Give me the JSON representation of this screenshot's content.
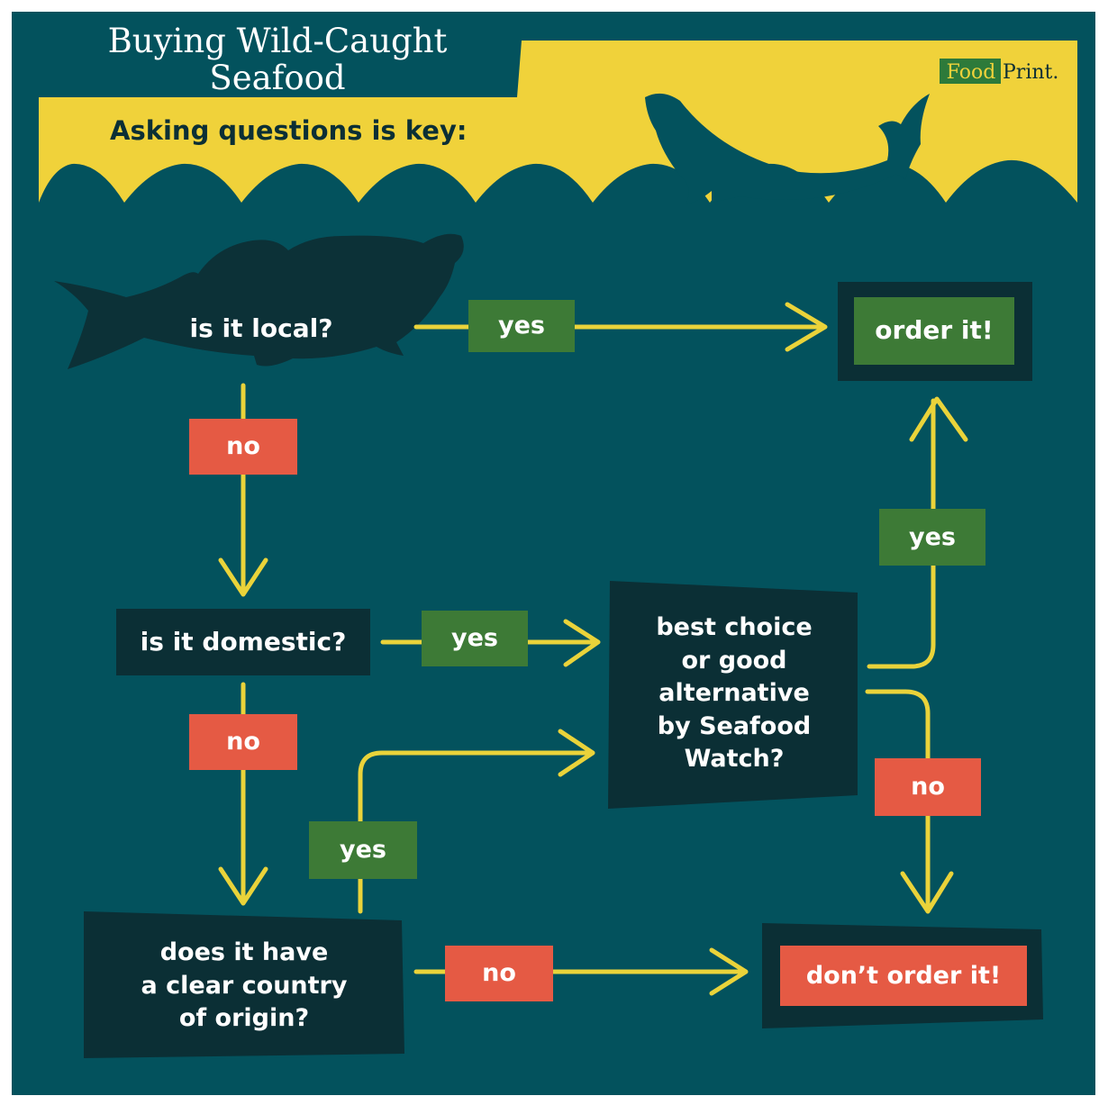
{
  "header": {
    "title": "Buying Wild-Caught Seafood",
    "subtitle": "Asking questions is key:",
    "logo": {
      "part1": "Food",
      "part2": "Print",
      "dot": "."
    }
  },
  "nodes": {
    "local": "is it local?",
    "order": "order it!",
    "domestic": "is it domestic?",
    "seafood_watch": "best choice\nor good\nalternative\nby Seafood\nWatch?",
    "origin": "does it have\na clear country\nof origin?",
    "dont_order": "don’t order it!"
  },
  "edges": {
    "local_yes": "yes",
    "local_no": "no",
    "domestic_yes": "yes",
    "domestic_no": "no",
    "origin_yes": "yes",
    "origin_no": "no",
    "watch_yes": "yes",
    "watch_no": "no"
  },
  "colors": {
    "background": "#03525d",
    "panel": "#0b2f35",
    "banner": "#f0d23a",
    "arrow": "#ead33a",
    "yes": "#3d7a36",
    "no": "#e55a44",
    "fish": "#0c3137",
    "logo_green": "#2d7a3a"
  }
}
